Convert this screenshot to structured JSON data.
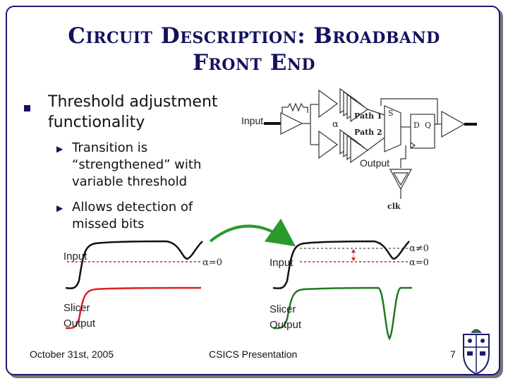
{
  "slide": {
    "title_line1": "Circuit Description: Broadband",
    "title_line2": "Front End",
    "bullet_main": "Threshold adjustment functionality",
    "sub_bullets": [
      "Transition is “strengthened” with variable threshold",
      "Allows detection of missed bits"
    ]
  },
  "schematic": {
    "input_label": "Input",
    "output_label": "Output",
    "path1_label": "Path 1",
    "path2_label": "Path 2",
    "alpha_label": "α",
    "s_label": "S",
    "d_label": "D",
    "q_label": "Q",
    "clk_label": "clk"
  },
  "waveforms": {
    "left": {
      "input_label": "Input",
      "threshold_label": "α=0",
      "slicer_label_1": "Slicer",
      "slicer_label_2": "Output"
    },
    "right": {
      "input_label": "Input",
      "threshold_top_label": "α≠0",
      "threshold_bottom_label": "α=0",
      "slicer_label_1": "Slicer",
      "slicer_label_2": "Output"
    }
  },
  "footer": {
    "date": "October 31st, 2005",
    "center": "CSICS Presentation",
    "page": "7"
  },
  "colors": {
    "title": "#12125e",
    "red_wave": "#e02020",
    "green_wave": "#1e7a1e",
    "arrow": "#2a9a2a",
    "threshold": "#d02020"
  }
}
